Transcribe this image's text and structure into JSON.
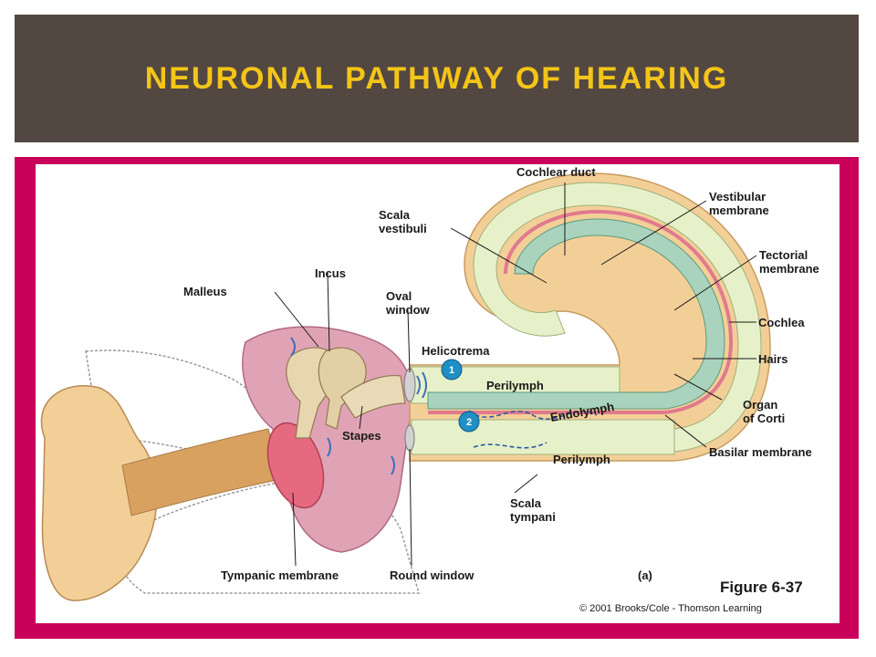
{
  "slide": {
    "title": "NEURONAL PATHWAY OF HEARING"
  },
  "colors": {
    "title_bar": "#534741",
    "title_text": "#f4c518",
    "frame": "#c8005a",
    "perilymph": "#e7f1c9",
    "cochlear_duct": "#a9d3bd",
    "membrane": "#e07a8e",
    "bone": "#f3cf98",
    "middle_ear": "#e0a3b5"
  },
  "labels": {
    "cochlear_duct": "Cochlear duct",
    "scala_vestibuli": [
      "Scala",
      "vestibuli"
    ],
    "vestibular_membrane": [
      "Vestibular",
      "membrane"
    ],
    "tectorial_membrane": [
      "Tectorial",
      "membrane"
    ],
    "malleus": "Malleus",
    "incus": "Incus",
    "oval_window": [
      "Oval",
      "window"
    ],
    "cochlea": "Cochlea",
    "helicotrema": "Helicotrema",
    "hairs": "Hairs",
    "perilymph_top": "Perilymph",
    "organ_of_corti": [
      "Organ",
      "of Corti"
    ],
    "stapes": "Stapes",
    "endolymph": "Endolymph",
    "basilar_membrane": "Basilar membrane",
    "perilymph_bottom": "Perilymph",
    "scala_tympani": [
      "Scala",
      "tympani"
    ],
    "tympanic_membrane": "Tympanic membrane",
    "round_window": "Round window",
    "marker_1": "1",
    "marker_2": "2",
    "panel": "(a)",
    "figure_number": "Figure 6-37",
    "copyright": "© 2001 Brooks/Cole - Thomson Learning"
  }
}
